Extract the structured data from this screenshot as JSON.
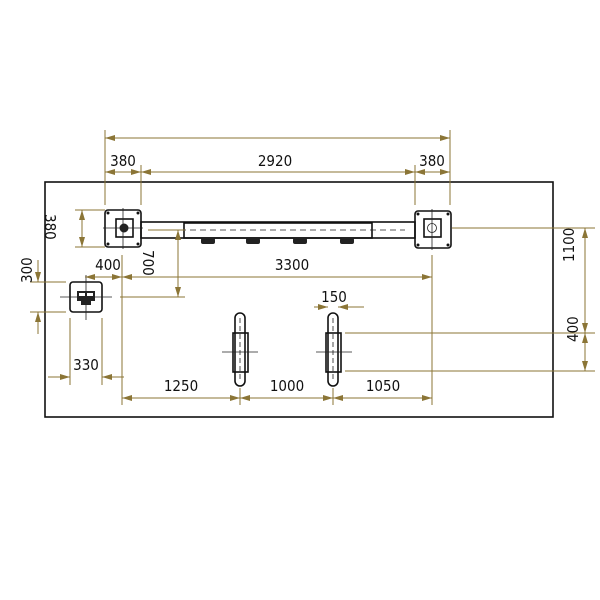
{
  "drawing": {
    "dimensions": {
      "top_left": "380",
      "top_middle": "2920",
      "top_right": "380",
      "bracket_height": "380",
      "offset_left": "400",
      "offset_vertical": "700",
      "span": "3300",
      "box_height": "300",
      "box_width": "330",
      "bottom_left": "1250",
      "bottom_middle": "1000",
      "bottom_right": "1050",
      "slot_width": "150",
      "right_upper": "1100",
      "right_lower": "400"
    },
    "colors": {
      "dimension": "#8b7536",
      "outline": "#111111"
    }
  }
}
